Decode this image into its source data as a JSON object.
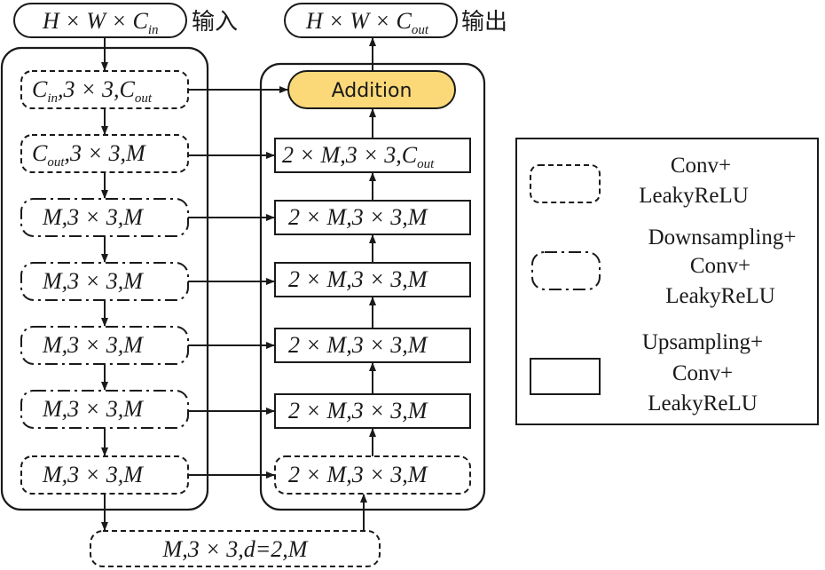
{
  "io": {
    "input_prefix": "H × W × C",
    "input_sub": "in",
    "input_label": "输入",
    "output_prefix": "H × W × C",
    "output_sub": "out",
    "output_label": "输出"
  },
  "encoder": [
    {
      "pre": "C",
      "sub": "in",
      "post": ",3 × 3,C",
      "sub2": "out",
      "style": "dashed"
    },
    {
      "pre": "C",
      "sub": "out",
      "post": ",3 × 3,M",
      "sub2": "",
      "style": "dashed"
    },
    {
      "pre": "M,3 × 3,M",
      "sub": "",
      "post": "",
      "sub2": "",
      "style": "dash-dot"
    },
    {
      "pre": "M,3 × 3,M",
      "sub": "",
      "post": "",
      "sub2": "",
      "style": "dash-dot"
    },
    {
      "pre": "M,3 × 3,M",
      "sub": "",
      "post": "",
      "sub2": "",
      "style": "dash-dot"
    },
    {
      "pre": "M,3 × 3,M",
      "sub": "",
      "post": "",
      "sub2": "",
      "style": "dash-dot"
    },
    {
      "pre": "M,3 × 3,M",
      "sub": "",
      "post": "",
      "sub2": "",
      "style": "dashed"
    }
  ],
  "decoder": {
    "addition": "Addition",
    "blocks": [
      {
        "text": "2 × M,3 × 3,C",
        "sub": "out",
        "style": "solid"
      },
      {
        "text": "2 × M,3 × 3,M",
        "sub": "",
        "style": "solid"
      },
      {
        "text": "2 × M,3 × 3,M",
        "sub": "",
        "style": "solid"
      },
      {
        "text": "2 × M,3 × 3,M",
        "sub": "",
        "style": "solid"
      },
      {
        "text": "2 × M,3 × 3,M",
        "sub": "",
        "style": "solid"
      },
      {
        "text": "2 × M,3 × 3,M",
        "sub": "",
        "style": "dashed"
      }
    ]
  },
  "bottleneck": "M,3 × 3,d=2,M",
  "legend": {
    "items": [
      {
        "lines": [
          "Conv+",
          "LeakyReLU"
        ],
        "style": "dashed"
      },
      {
        "lines": [
          "Downsampling+",
          "Conv+",
          "LeakyReLU"
        ],
        "style": "dash-dot"
      },
      {
        "lines": [
          "Upsampling+",
          "Conv+",
          "LeakyReLU"
        ],
        "style": "solid"
      }
    ]
  }
}
